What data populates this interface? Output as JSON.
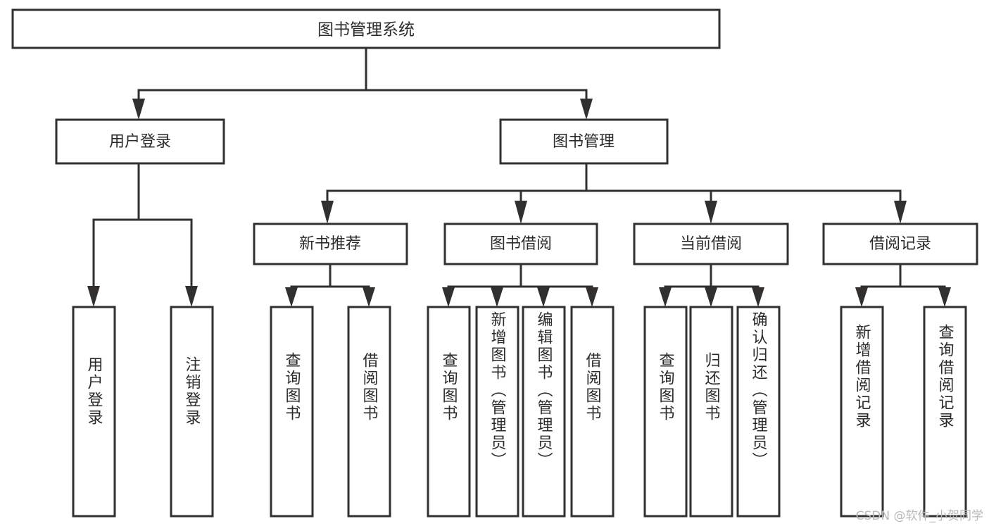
{
  "diagram": {
    "type": "tree-hierarchy",
    "title": "图书管理系统",
    "root": {
      "id": "root",
      "label": "图书管理系统"
    },
    "level2": [
      {
        "id": "user-login",
        "label": "用户登录"
      },
      {
        "id": "book-management",
        "label": "图书管理"
      }
    ],
    "level3": [
      {
        "id": "new-book-recommend",
        "label": "新书推荐",
        "parent": "book-management"
      },
      {
        "id": "book-borrow",
        "label": "图书借阅",
        "parent": "book-management"
      },
      {
        "id": "current-borrow",
        "label": "当前借阅",
        "parent": "book-management"
      },
      {
        "id": "borrow-record",
        "label": "借阅记录",
        "parent": "book-management"
      }
    ],
    "leaves": [
      {
        "id": "leaf-user-login",
        "label": "用户登录",
        "parent": "user-login"
      },
      {
        "id": "leaf-logout",
        "label": "注销登录",
        "parent": "user-login"
      },
      {
        "id": "leaf-query-book-1",
        "label": "查询图书",
        "parent": "new-book-recommend"
      },
      {
        "id": "leaf-borrow-book-1",
        "label": "借阅图书",
        "parent": "new-book-recommend"
      },
      {
        "id": "leaf-query-book-2",
        "label": "查询图书",
        "parent": "book-borrow"
      },
      {
        "id": "leaf-add-book",
        "label": "新增图书（管理员）",
        "parent": "book-borrow"
      },
      {
        "id": "leaf-edit-book",
        "label": "编辑图书（管理员）",
        "parent": "book-borrow"
      },
      {
        "id": "leaf-borrow-book-2",
        "label": "借阅图书",
        "parent": "book-borrow"
      },
      {
        "id": "leaf-query-book-3",
        "label": "查询图书",
        "parent": "current-borrow"
      },
      {
        "id": "leaf-return-book",
        "label": "归还图书",
        "parent": "current-borrow"
      },
      {
        "id": "leaf-confirm-return",
        "label": "确认归还（管理员）",
        "parent": "current-borrow"
      },
      {
        "id": "leaf-add-record",
        "label": "新增借阅记录",
        "parent": "borrow-record"
      },
      {
        "id": "leaf-query-record",
        "label": "查询借阅记录",
        "parent": "borrow-record"
      }
    ]
  },
  "watermark": {
    "text": "CSDN @软件_小贺同学"
  },
  "colors": {
    "stroke": "#31302f",
    "fill": "#ffffff",
    "text": "#2b2b2b",
    "watermark": "#b9b9b9"
  }
}
